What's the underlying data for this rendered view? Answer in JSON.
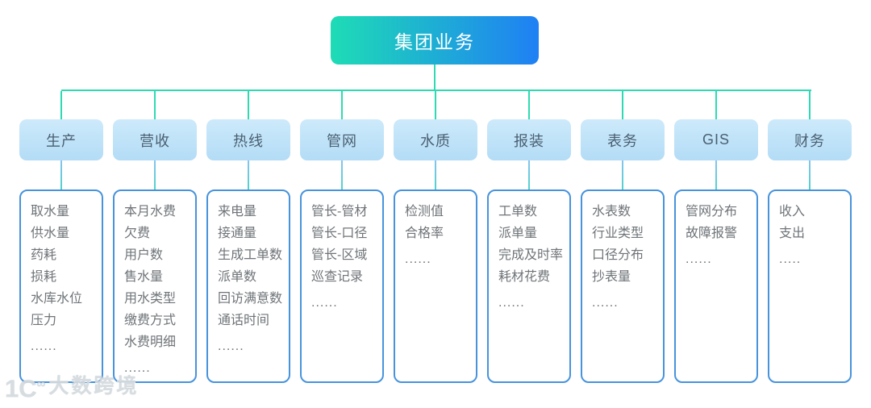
{
  "root": {
    "label": "集团业务"
  },
  "branches": [
    {
      "label": "生产",
      "items": [
        "取水量",
        "供水量",
        "药耗",
        "损耗",
        "水库水位",
        "压力",
        "......"
      ]
    },
    {
      "label": "营收",
      "items": [
        "本月水费",
        "欠费",
        "用户数",
        "售水量",
        "用水类型",
        "缴费方式",
        "水费明细",
        "......"
      ]
    },
    {
      "label": "热线",
      "items": [
        "来电量",
        "接通量",
        "生成工单数",
        "派单数",
        "回访满意数",
        "通话时间",
        "......"
      ]
    },
    {
      "label": "管网",
      "items": [
        "管长-管材",
        "管长-口径",
        "管长-区域",
        "巡查记录",
        "......"
      ]
    },
    {
      "label": "水质",
      "items": [
        "检测值",
        "合格率",
        "......"
      ]
    },
    {
      "label": "报装",
      "items": [
        "工单数",
        "派单量",
        "完成及时率",
        "耗材花费",
        "......"
      ]
    },
    {
      "label": "表务",
      "items": [
        "水表数",
        "行业类型",
        "口径分布",
        "抄表量",
        "......"
      ]
    },
    {
      "label": "GIS",
      "items": [
        "管网分布",
        "故障报警",
        "......"
      ]
    },
    {
      "label": "财务",
      "items": [
        "收入",
        "支出",
        "....."
      ]
    }
  ],
  "watermark": {
    "logo_main": "1C",
    "logo_sup": "∞",
    "label": "大数跨境"
  },
  "colors": {
    "root_gradient_start": "#1edcb5",
    "root_gradient_end": "#1f80f4",
    "tree_line": "#2edab2",
    "header_bg_top": "#cdeafb",
    "header_bg_bottom": "#b3dcf6",
    "header_text": "#4a5f70",
    "detail_border": "#4793dc",
    "detail_text": "#6f7478",
    "connector_top": "#85c3f0",
    "connector_bottom": "#4fd3ca"
  }
}
